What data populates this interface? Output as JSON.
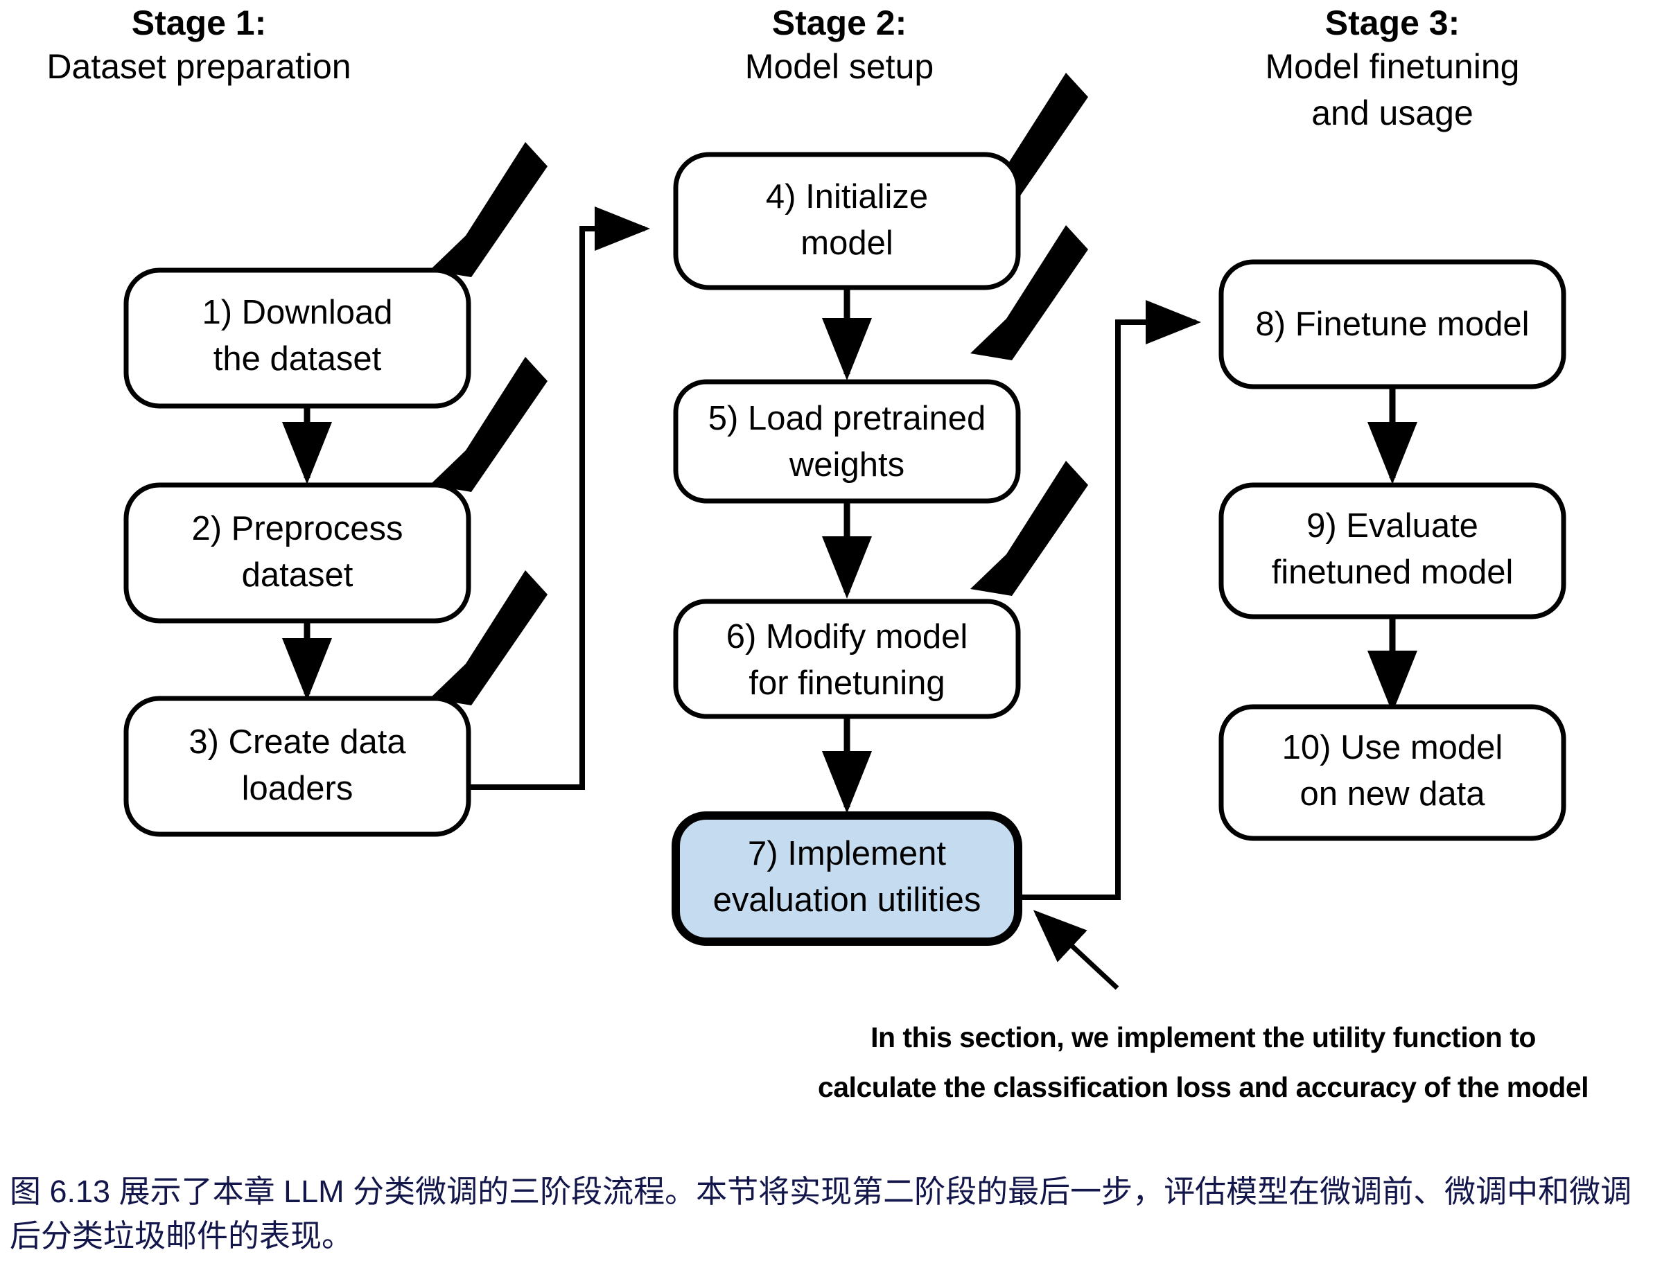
{
  "figure": {
    "background": "#ffffff",
    "box_stroke": "#000000",
    "highlight_fill": "#c5dbf0",
    "caption_color": "#13164a"
  },
  "stages": [
    {
      "id": "stage-1",
      "title": "Stage 1:",
      "subtitle_lines": [
        "Dataset preparation"
      ]
    },
    {
      "id": "stage-2",
      "title": "Stage 2:",
      "subtitle_lines": [
        "Model setup"
      ]
    },
    {
      "id": "stage-3",
      "title": "Stage 3:",
      "subtitle_lines": [
        "Model finetuning",
        "and usage"
      ]
    }
  ],
  "nodes": [
    {
      "id": "node-1",
      "stage": 1,
      "lines": [
        "1) Download",
        "the dataset"
      ],
      "checked": true,
      "highlighted": false
    },
    {
      "id": "node-2",
      "stage": 1,
      "lines": [
        "2) Preprocess",
        "dataset"
      ],
      "checked": true,
      "highlighted": false
    },
    {
      "id": "node-3",
      "stage": 1,
      "lines": [
        "3) Create data",
        "loaders"
      ],
      "checked": true,
      "highlighted": false
    },
    {
      "id": "node-4",
      "stage": 2,
      "lines": [
        "4) Initialize",
        "model"
      ],
      "checked": true,
      "highlighted": false
    },
    {
      "id": "node-5",
      "stage": 2,
      "lines": [
        "5) Load pretrained",
        "weights"
      ],
      "checked": true,
      "highlighted": false
    },
    {
      "id": "node-6",
      "stage": 2,
      "lines": [
        "6) Modify model",
        "for finetuning"
      ],
      "checked": true,
      "highlighted": false
    },
    {
      "id": "node-7",
      "stage": 2,
      "lines": [
        "7) Implement",
        "evaluation utilities"
      ],
      "checked": false,
      "highlighted": true
    },
    {
      "id": "node-8",
      "stage": 3,
      "lines": [
        "8) Finetune model"
      ],
      "checked": false,
      "highlighted": false
    },
    {
      "id": "node-9",
      "stage": 3,
      "lines": [
        "9) Evaluate",
        "finetuned model"
      ],
      "checked": false,
      "highlighted": false
    },
    {
      "id": "node-10",
      "stage": 3,
      "lines": [
        "10) Use model",
        "on new data"
      ],
      "checked": false,
      "highlighted": false
    }
  ],
  "annotation": {
    "id": "annotation-callout",
    "lines": [
      "In this section, we implement the utility function to",
      "calculate the classification loss and accuracy of the model"
    ]
  },
  "caption": {
    "text": "图 6.13 展示了本章 LLM 分类微调的三阶段流程。本节将实现第二阶段的最后一步，评估模型在微调前、微调中和微调后分类垃圾邮件的表现。"
  }
}
